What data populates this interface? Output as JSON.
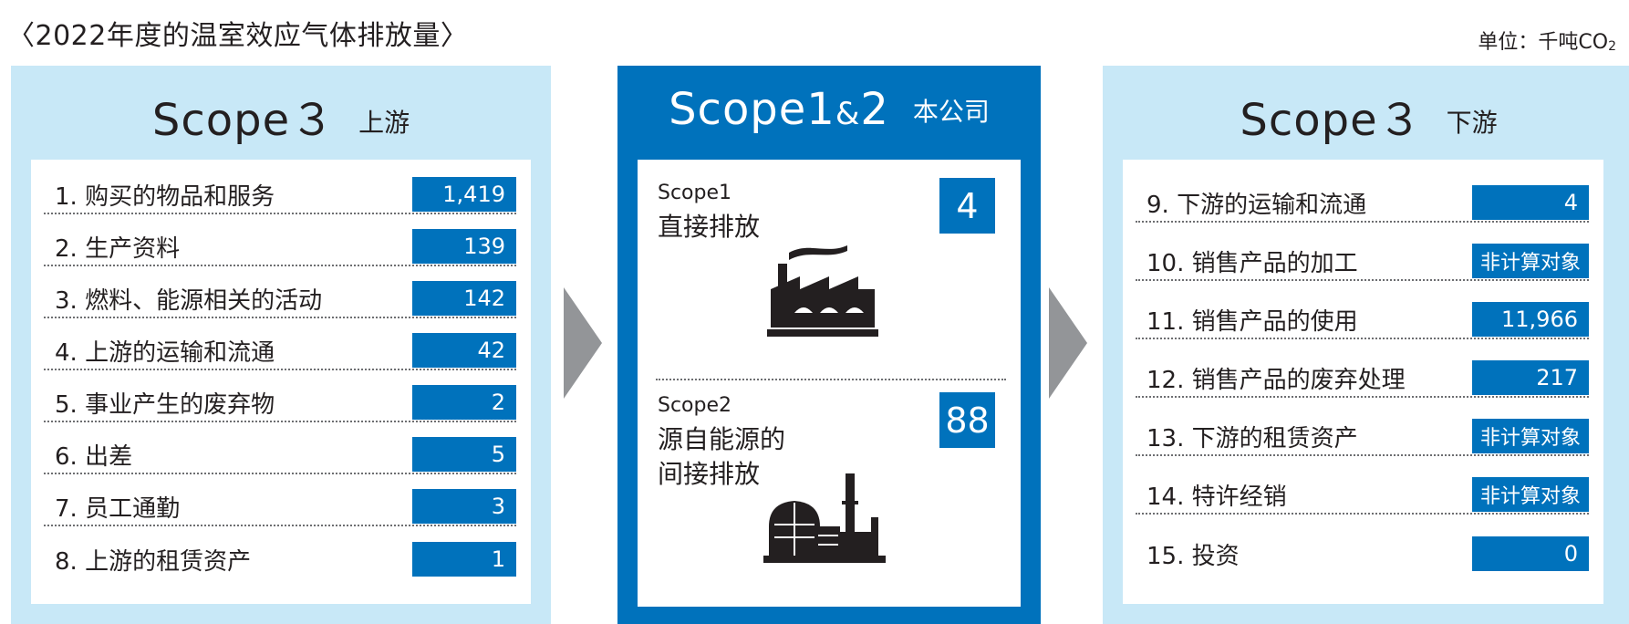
{
  "title": "〈2022年度的温室效应气体排放量〉",
  "unit": {
    "prefix": "单位：千吨CO",
    "sub": "2"
  },
  "colors": {
    "blue": "#0072bc",
    "light_blue": "#c8e8f7",
    "arrow_gray": "#939598"
  },
  "upstream": {
    "scope": "Scope３",
    "sub": "上游",
    "items": [
      {
        "label": "1. 购买的物品和服务",
        "value": "1,419"
      },
      {
        "label": "2. 生产资料",
        "value": "139"
      },
      {
        "label": "3. 燃料、能源相关的活动",
        "value": "142"
      },
      {
        "label": "4. 上游的运输和流通",
        "value": "42"
      },
      {
        "label": "5. 事业产生的废弃物",
        "value": "2"
      },
      {
        "label": "6. 出差",
        "value": "5"
      },
      {
        "label": "7. 员工通勤",
        "value": "3"
      },
      {
        "label": "8. 上游的租赁资产",
        "value": "1"
      }
    ]
  },
  "company": {
    "scope_main": "Scope1",
    "amp": "&",
    "scope_tail": "2",
    "sub": "本公司",
    "scope1": {
      "name": "Scope1",
      "desc": "直接排放",
      "value": "4",
      "icon": "factory-icon"
    },
    "scope2": {
      "name": "Scope2",
      "desc1": "源自能源的",
      "desc2": "间接排放",
      "value": "88",
      "icon": "power-plant-icon"
    }
  },
  "downstream": {
    "scope": "Scope３",
    "sub": "下游",
    "items": [
      {
        "label": "9. 下游的运输和流通",
        "value": "4"
      },
      {
        "label": "10. 销售产品的加工",
        "value": "非计算对象"
      },
      {
        "label": "11. 销售产品的使用",
        "value": "11,966"
      },
      {
        "label": "12. 销售产品的废弃处理",
        "value": "217"
      },
      {
        "label": "13. 下游的租赁资产",
        "value": "非计算对象"
      },
      {
        "label": "14. 特许经销",
        "value": "非计算对象"
      },
      {
        "label": "15. 投资",
        "value": "0"
      }
    ]
  }
}
